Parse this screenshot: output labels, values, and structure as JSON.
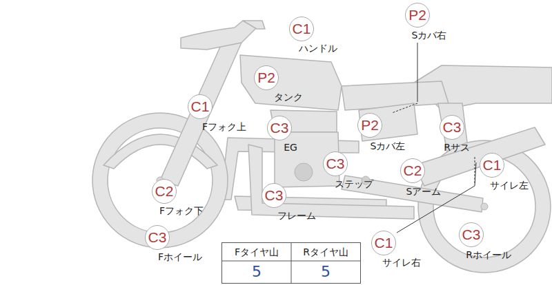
{
  "diagram": {
    "nodes": [
      {
        "text": [
          "C1",
          "ハンドル"
        ]
      },
      {
        "text": [
          "P2",
          "Sカバ右"
        ]
      },
      {
        "text": [
          "P2",
          "タンク"
        ]
      },
      {
        "text": [
          "C1",
          "Fフォク上"
        ]
      },
      {
        "text": [
          "C3",
          "EG"
        ]
      },
      {
        "text": [
          "P2",
          "Sカバ左"
        ]
      },
      {
        "text": [
          "C3",
          "Rサス"
        ]
      },
      {
        "text": [
          "C3",
          "ステップ"
        ]
      },
      {
        "text": [
          "C2",
          "Sアーム"
        ]
      },
      {
        "text": [
          "C1",
          "サイレ左"
        ]
      },
      {
        "text": [
          "C2",
          "Fフォク下"
        ]
      },
      {
        "text": [
          "C3",
          "フレーム"
        ]
      },
      {
        "text": [
          "C3",
          "Fホイール"
        ]
      },
      {
        "text": [
          "C1",
          "サイレ右"
        ]
      },
      {
        "text": [
          "C3",
          "Rホイール"
        ]
      }
    ],
    "labels": [
      "Fタイヤ山",
      "Rタイヤ山",
      "5",
      "5"
    ]
  }
}
